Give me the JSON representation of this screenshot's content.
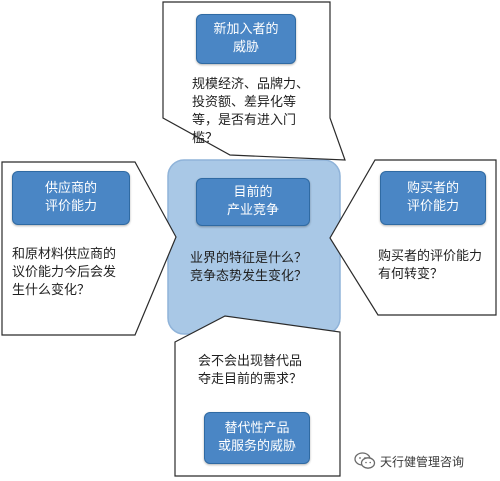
{
  "colors": {
    "box_fill": "#4a86c5",
    "center_fill": "#a9c8e6",
    "outline": "#2b2b2b"
  },
  "top": {
    "title_lines": [
      "新加入者的",
      "威胁"
    ],
    "desc_lines": [
      "规模经济、品牌力、",
      "投资额、差异化等",
      "等，是否有进入门",
      "槛？"
    ]
  },
  "left": {
    "title_lines": [
      "供应商的",
      "评价能力"
    ],
    "desc_lines": [
      "和原材料供应商的",
      "议价能力今后会发",
      "生什么变化？"
    ]
  },
  "right": {
    "title_lines": [
      "购买者的",
      "评价能力"
    ],
    "desc_lines": [
      "购买者的评价能力",
      "有何转变？"
    ]
  },
  "center": {
    "title_lines": [
      "目前的",
      "产业竞争"
    ],
    "desc_lines": [
      "业界的特征是什么？",
      "竞争态势发生变化？"
    ]
  },
  "bottom": {
    "desc_lines": [
      "会不会出现替代品",
      "夺走目前的需求？"
    ],
    "title_lines": [
      "替代性产品",
      "或服务的威胁"
    ]
  },
  "watermark": {
    "icon": "wechat-icon",
    "text": "天行健管理咨询"
  }
}
